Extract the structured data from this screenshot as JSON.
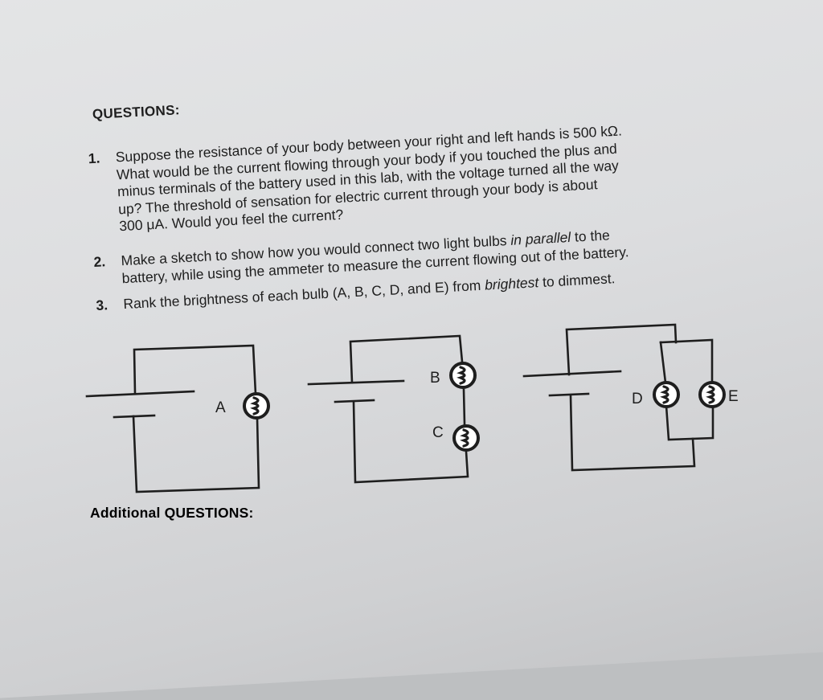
{
  "page": {
    "heading": "QUESTIONS:",
    "questions": [
      {
        "number": "1.",
        "lines": [
          "Suppose the resistance of your body between your right and left hands is 500 kΩ.",
          "What would be the current flowing through your body if you touched the plus and",
          "minus terminals of the battery used in this lab, with the voltage turned all the way",
          "up?  The threshold of sensation for electric current through your body is about",
          "300 μA.  Would you feel the current?"
        ]
      },
      {
        "number": "2.",
        "line1_pre": "Make a sketch to show how you would connect two light bulbs ",
        "line1_em": "in parallel",
        "line1_post": " to the",
        "line2": "battery, while using the ammeter to measure the current flowing out of the battery."
      },
      {
        "number": "3.",
        "pre": "Rank the brightness of each bulb (A, B, C, D, and E) from ",
        "em": "brightest",
        "post": " to dimmest."
      }
    ],
    "additional_heading": "Additional QUESTIONS:"
  },
  "circuits": {
    "bulb_labels": [
      "A",
      "B",
      "C",
      "D",
      "E"
    ]
  }
}
